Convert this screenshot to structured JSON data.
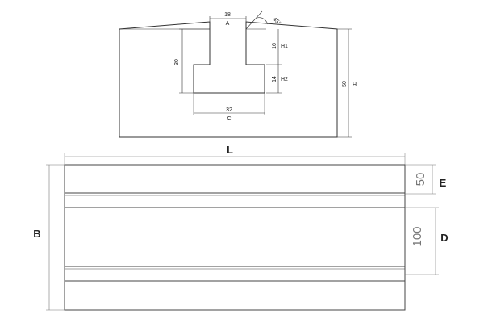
{
  "section": {
    "width_top": "18",
    "width_top_letter": "A",
    "angle": "45°",
    "h1_value": "16",
    "h1_letter": "H1",
    "h2_value": "14",
    "h2_letter": "H2",
    "depth_value": "30",
    "height_value": "50",
    "height_letter": "H",
    "width_bottom": "32",
    "width_bottom_letter": "C"
  },
  "plan": {
    "length_letter": "L",
    "width_letter": "B",
    "e_value": "50",
    "e_letter": "E",
    "d_value": "100",
    "d_letter": "D"
  }
}
